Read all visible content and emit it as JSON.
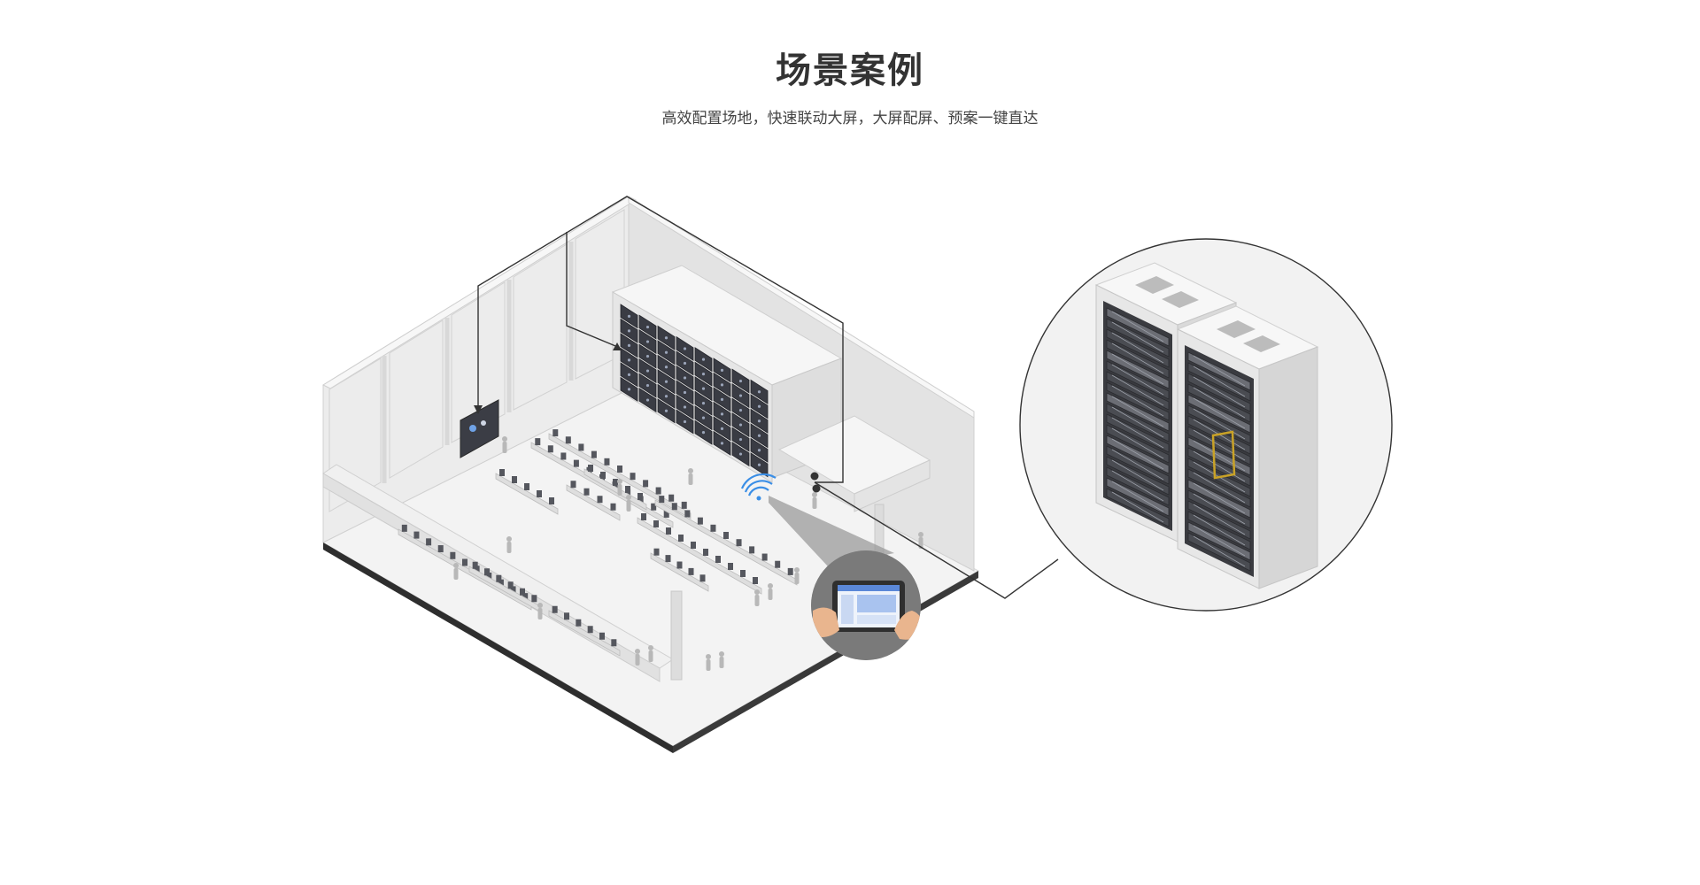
{
  "header": {
    "title": "场景案例",
    "subtitle": "高效配置场地，快速联动大屏，大屏配屏、预案一键直达"
  },
  "scene": {
    "videowall": {
      "rows": 6,
      "cols": 8
    },
    "colors": {
      "wall": "#e9e9e9",
      "floor": "#f4f4f4",
      "screen": "#3a3c44",
      "leader": "#333333",
      "accent": "#c9a227",
      "wifi": "#3a8ee6",
      "tablet": "#5b88d8"
    }
  }
}
